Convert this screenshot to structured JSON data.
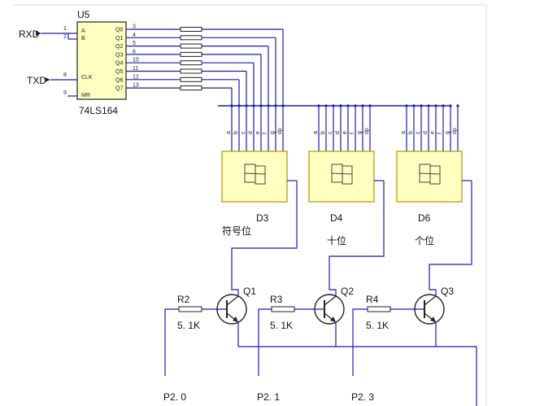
{
  "ic": {
    "name": "U5",
    "part": "74LS164",
    "inputs": {
      "a": "A",
      "b": "B",
      "clk": "CLK",
      "mr": "MR"
    },
    "input_pins": {
      "a": "1",
      "b": "2",
      "clk": "8",
      "mr": "9"
    },
    "outputs": [
      "Q0",
      "Q1",
      "Q2",
      "Q3",
      "Q4",
      "Q5",
      "Q6",
      "Q7"
    ],
    "output_pins": [
      "3",
      "4",
      "5",
      "6",
      "10",
      "11",
      "12",
      "13"
    ]
  },
  "signals": {
    "rxd": "RXD",
    "txd": "TXD"
  },
  "displays": [
    {
      "ref": "D3",
      "caption": "符号位"
    },
    {
      "ref": "D4",
      "caption": "十位"
    },
    {
      "ref": "D6",
      "caption": "个位"
    }
  ],
  "segment_pins": [
    "a",
    "b",
    "c",
    "d",
    "e",
    "f",
    "g",
    "dp"
  ],
  "resistors": [
    {
      "ref": "R2",
      "value": "5. 1K"
    },
    {
      "ref": "R3",
      "value": "5. 1K"
    },
    {
      "ref": "R4",
      "value": "5. 1K"
    }
  ],
  "transistors": [
    "Q1",
    "Q2",
    "Q3"
  ],
  "ports": [
    "P2. 0",
    "P2. 1",
    "P2. 3"
  ],
  "colors": {
    "wire": "#1b1bb0",
    "display_fill": "#ffffc0",
    "display_border": "#b89000",
    "ic_fill": "#ffffc0",
    "text": "#111111"
  }
}
